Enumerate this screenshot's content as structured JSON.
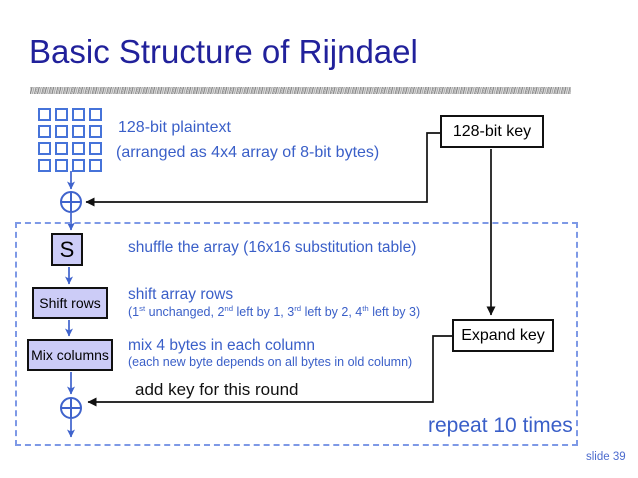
{
  "slide": {
    "title": "Basic Structure of Rijndael",
    "slide_number": "slide 39"
  },
  "plaintext_section": {
    "label_line1": "128-bit plaintext",
    "label_line2": "(arranged as 4x4 array of 8-bit bytes)"
  },
  "key_flow": {
    "key_box_label": "128-bit key",
    "expand_key_box_label": "Expand key",
    "add_key_label": "add key for this round",
    "repeat_label": "repeat 10 times"
  },
  "round_steps": {
    "s_box_label": "S",
    "s_box_desc": "shuffle the array (16x16 substitution table)",
    "shift_rows_label": "Shift rows",
    "shift_rows_desc": "shift array rows",
    "shift_rows_detail": [
      "(1",
      "st",
      " unchanged, 2",
      "nd",
      " left by 1, 3",
      "rd",
      " left by 2, 4",
      "th",
      " left by 3)"
    ],
    "mix_columns_label": "Mix columns",
    "mix_columns_desc": "mix 4 bytes in each column",
    "mix_columns_detail": "(each new byte depends on all bytes in old column)"
  },
  "icons": {
    "xor_top": "xor-circle-plus",
    "xor_bottom": "xor-circle-plus",
    "byte_grid": "4x4-byte-array"
  },
  "colors": {
    "title": "#21219b",
    "body_blue": "#3a5fc8",
    "arrow_blue": "#3f63cc",
    "grid_blue": "#4673d9",
    "round_box_fill": "#ccccf7",
    "dashed_border": "#7e99e6",
    "line_black": "#111111"
  }
}
